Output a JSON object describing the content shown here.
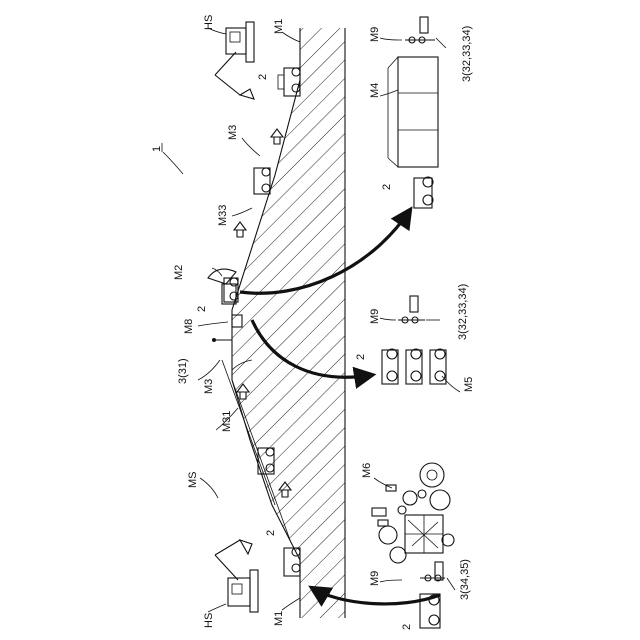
{
  "labels": {
    "fig_ref": "1",
    "ms": "MS",
    "hs_top": "HS",
    "hs_bottom": "HS",
    "m1_top": "M1",
    "m1_bottom": "M1",
    "two_top": "2",
    "two_m2": "2",
    "two_m5": "2",
    "two_m4": "2",
    "two_bottom_left": "2",
    "two_bottom": "2",
    "m2": "M2",
    "m3_top": "M3",
    "m3_mid": "M3",
    "m33": "M33",
    "m8": "M8",
    "m31": "M31",
    "three_31": "3(31)",
    "m4": "M4",
    "m5": "M5",
    "m6": "M6",
    "m9_top": "M9",
    "m9_mid": "M9",
    "m9_bottom": "M9",
    "three_top": "3(32,33,34)",
    "three_mid": "3(32,33,34)",
    "three_bottom": "3(34,35)"
  }
}
